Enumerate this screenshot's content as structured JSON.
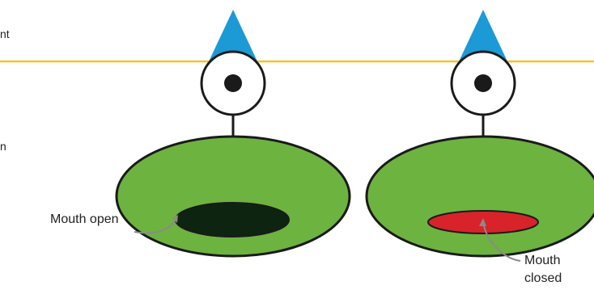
{
  "labels": {
    "mouth_open": "Mouth open",
    "mouth_closed_line1": "Mouth",
    "mouth_closed_line2": "closed"
  },
  "cropped_text": {
    "top_left": "nt",
    "mid_left": "n"
  },
  "colors": {
    "body_green": "#6db33f",
    "outline": "#1a1a1a",
    "hat_blue": "#1c9ad6",
    "horizon_line": "#f2c230",
    "mouth_open": "#0d2410",
    "mouth_closed": "#d8232a",
    "leader_line": "#8a8a8a"
  },
  "icons": [
    "monster-open-mouth",
    "monster-closed-mouth"
  ]
}
